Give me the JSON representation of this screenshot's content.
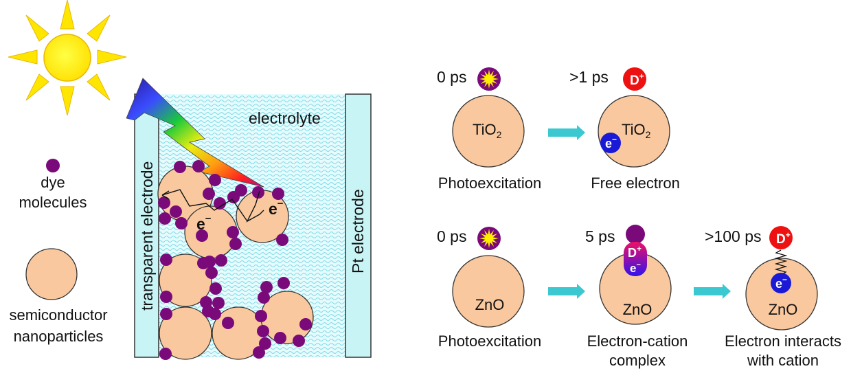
{
  "cell": {
    "electrolyte_label": "electrolyte",
    "transparent_electrode_label": "transparent electrode",
    "pt_electrode_label": "Pt electrode",
    "electron_symbol": "e",
    "minus": "−"
  },
  "legend": {
    "dye_line1": "dye",
    "dye_line2": "molecules",
    "np_line1": "semiconductor",
    "np_line2": "nanoparticles"
  },
  "tio2_row": {
    "t0": "0 ps",
    "t1": ">1 ps",
    "material": "TiO",
    "subscript": "2",
    "caption0": "Photoexcitation",
    "caption1": "Free electron"
  },
  "zno_row": {
    "t0": "0 ps",
    "t1": "5 ps",
    "t2": ">100 ps",
    "material": "ZnO",
    "caption0": "Photoexcitation",
    "caption1_line1": "Electron-cation",
    "caption1_line2": "complex",
    "caption2_line1": "Electron interacts",
    "caption2_line2": "with cation"
  },
  "symbols": {
    "dye_cation": "D",
    "plus": "+",
    "electron": "e",
    "minus": "−"
  },
  "colors": {
    "nanoparticle": "#f9c89e",
    "dye": "#7a0a7a",
    "electrode": "#c8f4f6",
    "electrolyte": "#8fe4ee",
    "sun": "#ffee00",
    "cation": "#ee1111",
    "electron": "#1a1ad6",
    "arrow": "#3cc8d0"
  }
}
